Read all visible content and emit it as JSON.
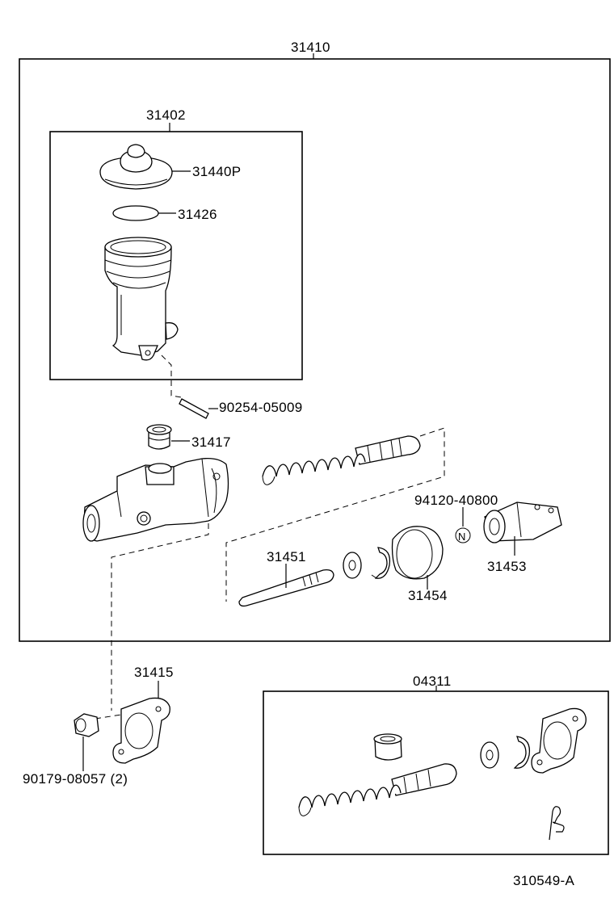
{
  "labels": {
    "assembly": "31410",
    "reservoir_group": "31402",
    "cap": "31440P",
    "gasket_ring": "31426",
    "pin": "90254-05009",
    "grommet": "31417",
    "push_rod": "31451",
    "boot": "31454",
    "clevis": "31453",
    "nut": "94120-40800",
    "nut_marker": "N",
    "cylinder_gasket": "31415",
    "mount_nut": "90179-08057 (2)",
    "repair_kit": "04311",
    "figure_id": "310549-A"
  }
}
